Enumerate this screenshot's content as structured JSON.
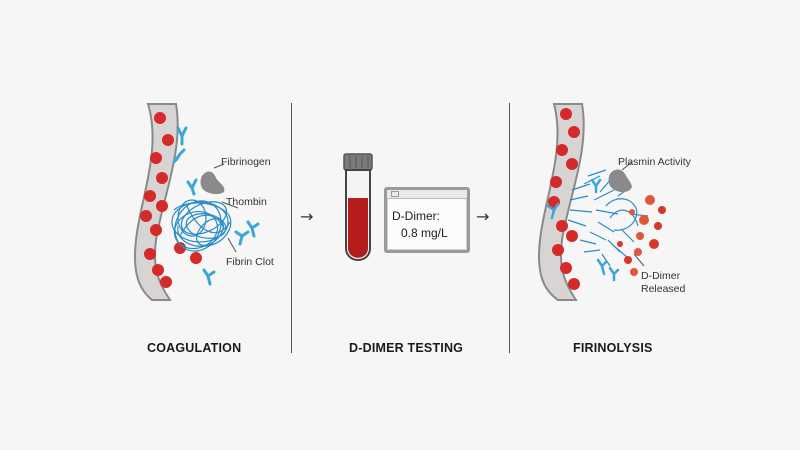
{
  "panels": {
    "coagulation": {
      "caption": "COAGULATION",
      "labels": {
        "fibrinogen": "Fibrinogen",
        "thrombin": "Thombin",
        "fibrin_clot": "Fibrin Clot"
      }
    },
    "testing": {
      "caption": "D-DIMER TESTING",
      "screen": {
        "line1": "D-Dimer:",
        "line2": "0.8 mg/L"
      }
    },
    "fibrinolysis": {
      "caption": "FIRINOLYSIS",
      "labels": {
        "plasmin": "Plasmin Activity",
        "ddimer_line1": "D-Dimer",
        "ddimer_line2": "Released"
      }
    }
  },
  "arrows": [
    "→",
    "→"
  ],
  "colors": {
    "vessel_wall": "#d8d4d4",
    "vessel_outline": "#8a8a8a",
    "red_cell": "#d42a2a",
    "fibrin": "#2a8cc4",
    "thrombin": "#3aa6d8",
    "enzyme": "#8a8a8a",
    "blood": "#b51c1c",
    "fragment": "#e0583a"
  }
}
